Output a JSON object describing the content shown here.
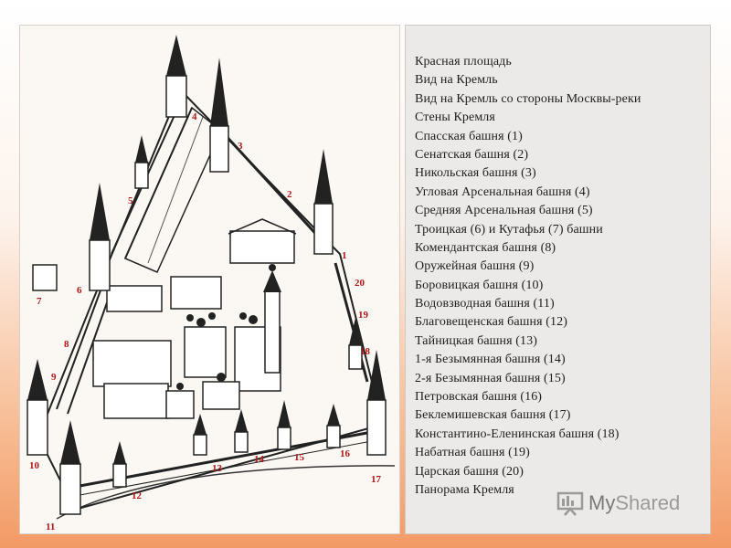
{
  "slide": {
    "accent_gradient_top": "#ffffff",
    "accent_gradient_bottom": "#f39a66"
  },
  "map": {
    "icon": "kremlin-illustration",
    "number_color": "#b01818",
    "tower_numbers": [
      "1",
      "2",
      "3",
      "4",
      "5",
      "6",
      "7",
      "8",
      "9",
      "10",
      "11",
      "12",
      "13",
      "14",
      "15",
      "16",
      "17",
      "18",
      "19",
      "20"
    ]
  },
  "list": {
    "items": [
      "Красная площадь",
      "Вид на Кремль",
      "Вид на Кремль со стороны Москвы-реки",
      "Стены Кремля",
      "Спасская башня (1)",
      "Сенатская башня (2)",
      "Никольская башня (3)",
      "Угловая Арсенальная башня (4)",
      "Средняя Арсенальная башня (5)",
      "Троицкая (6) и Кутафья (7) башни",
      "Комендантская башня (8)",
      "Оружейная башня (9)",
      "Боровицкая башня (10)",
      "Водовзводная башня (11)",
      "Благовещенская башня (12)",
      "Тайницкая башня (13)",
      "1-я Безымянная башня (14)",
      "2-я Безымянная башня (15)",
      "Петровская башня (16)",
      "Беклемишевская башня (17)",
      "Константино-Еленинская башня (18)",
      "Набатная башня (19)",
      "Царская башня (20)",
      "Панорама Кремля"
    ]
  },
  "watermark": {
    "icon": "presentation-board-icon",
    "brand_prefix": "My",
    "brand_suffix": "Shared"
  }
}
